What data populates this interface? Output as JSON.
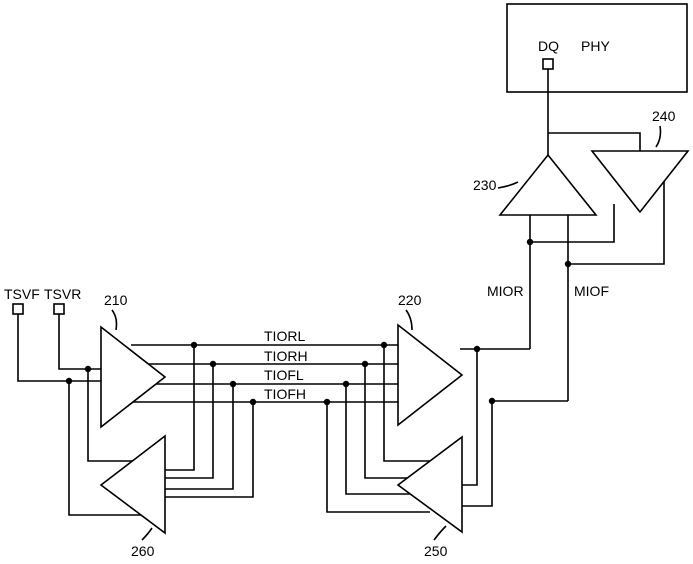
{
  "labels": {
    "phy": "PHY",
    "dq": "DQ",
    "tsvf": "TSVF",
    "tsvr": "TSVR",
    "mior": "MIOR",
    "miof": "MIOF",
    "tiorl": "TIORL",
    "tiorh": "TIORH",
    "tiofl": "TIOFL",
    "tiofh": "TIOFH",
    "ref_210": "210",
    "ref_220": "220",
    "ref_230": "230",
    "ref_240": "240",
    "ref_250": "250",
    "ref_260": "260"
  }
}
